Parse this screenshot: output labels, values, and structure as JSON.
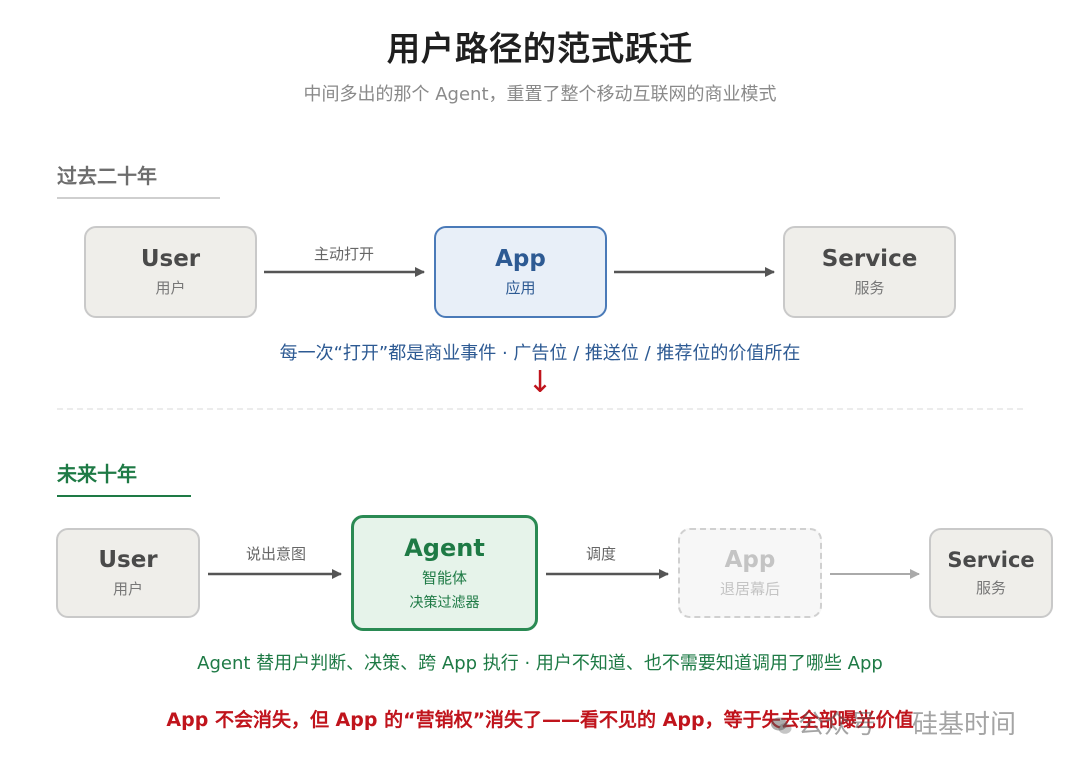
{
  "header": {
    "title": "用户路径的范式跃迁",
    "subtitle": "中间多出的那个 Agent，重置了整个移动互联网的商业模式"
  },
  "past": {
    "label": "过去二十年",
    "nodes": {
      "user": {
        "title": "User",
        "sub": "用户"
      },
      "app": {
        "title": "App",
        "sub": "应用"
      },
      "service": {
        "title": "Service",
        "sub": "服务"
      }
    },
    "edge_user_app": "主动打开",
    "caption": "每一次“打开”都是商业事件 · 广告位 / 推送位 / 推荐位的价值所在",
    "transition_arrow": "↓"
  },
  "future": {
    "label": "未来十年",
    "nodes": {
      "user": {
        "title": "User",
        "sub": "用户"
      },
      "agent": {
        "title": "Agent",
        "sub": "智能体",
        "sub2": "决策过滤器"
      },
      "app": {
        "title": "App",
        "sub": "退居幕后"
      },
      "service": {
        "title": "Service",
        "sub": "服务"
      }
    },
    "edge_user_agent": "说出意图",
    "edge_agent_app": "调度",
    "caption": "Agent 替用户判断、决策、跨 App 执行 · 用户不知道、也不需要知道调用了哪些 App",
    "conclusion": "App 不会消失，但 App 的“营销权”消失了——看不见的 App，等于失去全部曝光价值"
  },
  "watermark": {
    "part1": "公众号",
    "part2": "硅基时间"
  },
  "colors": {
    "accent_blue": "#2d5a93",
    "accent_green": "#1e7a45",
    "accent_red": "#c0141c",
    "node_gray_bg": "#efeeea"
  }
}
